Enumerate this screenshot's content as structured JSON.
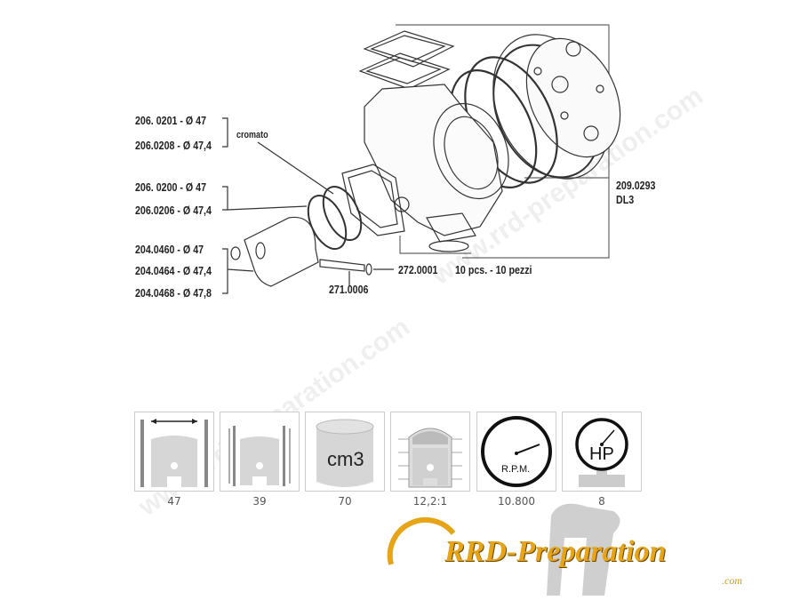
{
  "diagram": {
    "parts": [
      {
        "code": "206. 0201 - Ø 47"
      },
      {
        "code": "206.0208 - Ø 47,4"
      },
      {
        "code": "cromato"
      },
      {
        "code": "206. 0200 - Ø 47"
      },
      {
        "code": "206.0206 - Ø 47,4"
      },
      {
        "code": "204.0460 - Ø 47"
      },
      {
        "code": "204.0464 - Ø 47,4"
      },
      {
        "code": "204.0468 - Ø 47,8"
      },
      {
        "code": "271.0006"
      },
      {
        "code": "272.0001"
      },
      {
        "code": "10 pcs. - 10 pezzi"
      },
      {
        "code": "209.0293"
      },
      {
        "code": "DL3"
      }
    ]
  },
  "specs": [
    {
      "icon": "bore-icon",
      "value": "47"
    },
    {
      "icon": "stroke-icon",
      "value": "39"
    },
    {
      "icon": "displacement-icon",
      "value": "70",
      "icon_text": "cm3"
    },
    {
      "icon": "compression-ratio-icon",
      "value": "12,2:1"
    },
    {
      "icon": "rpm-gauge-icon",
      "value": "10.800",
      "icon_text": "R.P.M."
    },
    {
      "icon": "horsepower-gauge-icon",
      "value": "8",
      "icon_text": "HP"
    }
  ],
  "watermark": "www.rrd-preparation.com",
  "logo": {
    "text": "RRD-Preparation",
    "suffix": ".com",
    "color": "#e8a417"
  }
}
